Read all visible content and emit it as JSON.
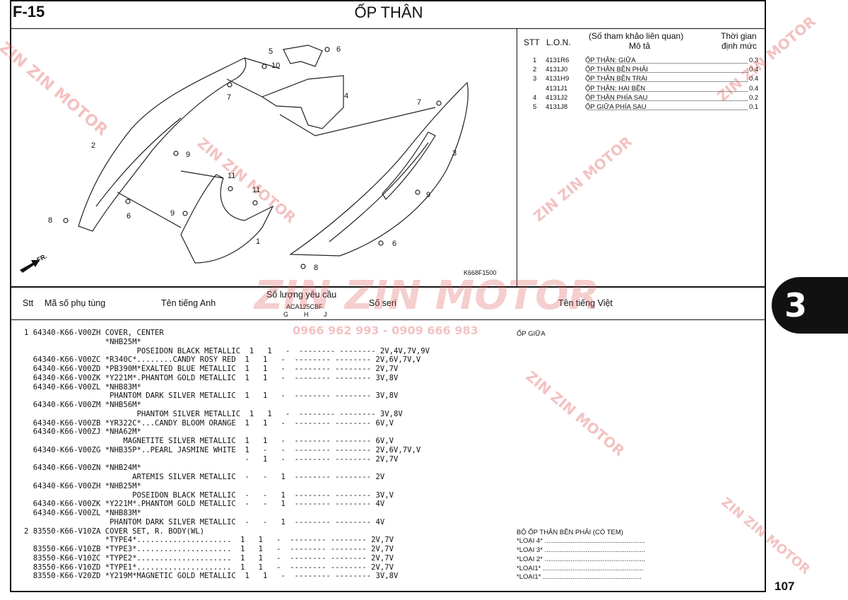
{
  "header": {
    "figure_code": "F-15",
    "title": "ỐP THÂN",
    "page_number": "107",
    "section_tab": "3"
  },
  "diagram": {
    "code": "K668F1500",
    "front_label": "FR.",
    "callouts": [
      "5",
      "6",
      "10",
      "7",
      "4",
      "7",
      "2",
      "9",
      "3",
      "11",
      "11",
      "9",
      "6",
      "9",
      "8",
      "1",
      "6",
      "8"
    ]
  },
  "reference": {
    "headers": {
      "stt": "STT",
      "lon": "L.O.N.",
      "desc_top": "(Số tham khảo liên quan)",
      "desc": "Mô tả",
      "time_top": "Thời gian",
      "time": "định mức"
    },
    "rows": [
      {
        "stt": "1",
        "lon": "4131R6",
        "desc": "ỐP THÂN: GIỮA",
        "time": "0.3"
      },
      {
        "stt": "2",
        "lon": "4131J0",
        "desc": "ỐP THÂN BÊN PHẢI",
        "time": "0.4"
      },
      {
        "stt": "3",
        "lon": "4131H9",
        "desc": "ỐP THÂN BÊN TRÁI",
        "time": "0.4"
      },
      {
        "stt": "",
        "lon": "4131J1",
        "desc": "ỐP THÂN: HAI BÊN",
        "time": "0.4"
      },
      {
        "stt": "4",
        "lon": "4131J2",
        "desc": "ỐP THÂN PHÍA SAU",
        "time": "0.2"
      },
      {
        "stt": "5",
        "lon": "4131J8",
        "desc": "ỐP GIỮA PHÍA SAU",
        "time": "0.1"
      }
    ]
  },
  "parts_table": {
    "headers": {
      "stt": "Stt",
      "part_no": "Mã số phụ tùng",
      "english": "Tên tiếng Anh",
      "qty": "Số lượng yêu cầu",
      "model": "ACA125CBF",
      "g": "G",
      "h": "H",
      "j": "J",
      "serial": "Số seri",
      "vietnamese": "Tên tiếng Việt"
    },
    "rows": [
      "1 64340-K66-V00ZH COVER, CENTER",
      "                  *NHB25M*",
      "                         POSEIDON BLACK METALLIC  1   1   -  -------- -------- 2V,4V,7V,9V",
      "  64340-K66-V00ZC *R340C*........CANDY ROSY RED  1   1   -  -------- -------- 2V,6V,7V,V",
      "  64340-K66-V00ZD *PB390M*EXALTED BLUE METALLIC  1   1   -  -------- -------- 2V,7V",
      "  64340-K66-V00ZK *Y221M*.PHANTOM GOLD METALLIC  1   1   -  -------- -------- 3V,8V",
      "  64340-K66-V00ZL *NHB83M*",
      "                   PHANTOM DARK SILVER METALLIC  1   1   -  -------- -------- 3V,8V",
      "  64340-K66-V00ZM *NHB56M*",
      "                         PHANTOM SILVER METALLIC  1   1   -  -------- -------- 3V,8V",
      "  64340-K66-V00ZB *YR322C*...CANDY BLOOM ORANGE  1   1   -  -------- -------- 6V,V",
      "  64340-K66-V00ZJ *NHA62M*",
      "                      MAGNETITE SILVER METALLIC  1   1   -  -------- -------- 6V,V",
      "  64340-K66-V00ZG *NHB35P*..PEARL JASMINE WHITE  1   -   -  -------- -------- 2V,6V,7V,V",
      "                                                 -   1   -  -------- -------- 2V,7V",
      "  64340-K66-V00ZN *NHB24M*",
      "                        ARTEMIS SILVER METALLIC  -   -   1  -------- -------- 2V",
      "  64340-K66-V00ZH *NHB25M*",
      "                        POSEIDON BLACK METALLIC  -   -   1  -------- -------- 3V,V",
      "  64340-K66-V00ZK *Y221M*.PHANTOM GOLD METALLIC  -   -   1  -------- -------- 4V",
      "  64340-K66-V00ZL *NHB83M*",
      "                   PHANTOM DARK SILVER METALLIC  -   -   1  -------- -------- 4V",
      "2 83550-K66-V10ZA COVER SET, R. BODY(WL)",
      "                  *TYPE4*.....................  1   1   -  -------- -------- 2V,7V",
      "  83550-K66-V10ZB *TYPE3*.....................  1   1   -  -------- -------- 2V,7V",
      "  83550-K66-V10ZC *TYPE2*.....................  1   1   -  -------- -------- 2V,7V",
      "  83550-K66-V10ZD *TYPE1*.....................  1   1   -  -------- -------- 2V,7V",
      "  83550-K66-V20ZD *Y219M*MAGNETIC GOLD METALLIC  1   1   -  -------- -------- 3V,8V"
    ],
    "vietnamese_rows": [
      {
        "row": 0,
        "text": "ỐP GIỮA"
      },
      {
        "row": 22,
        "text": "BỘ ỐP THÂN BÊN PHẢI (CÓ TEM)"
      },
      {
        "row": 23,
        "text": "*LOẠI 4* ......................................................"
      },
      {
        "row": 24,
        "text": "*LOẠI 3* ......................................................"
      },
      {
        "row": 25,
        "text": "*LOẠI 2* ......................................................"
      },
      {
        "row": 26,
        "text": "*LOẠI1* ......................................................"
      },
      {
        "row": 27,
        "text": "*LOẠI1* ....................................................."
      }
    ]
  },
  "watermark": {
    "brand": "ZIN ZIN MOTOR",
    "phone": "0966 962 993 - 0909 666 983"
  },
  "colors": {
    "watermark": "#dc5050",
    "line": "#111111",
    "tab": "#111111"
  }
}
